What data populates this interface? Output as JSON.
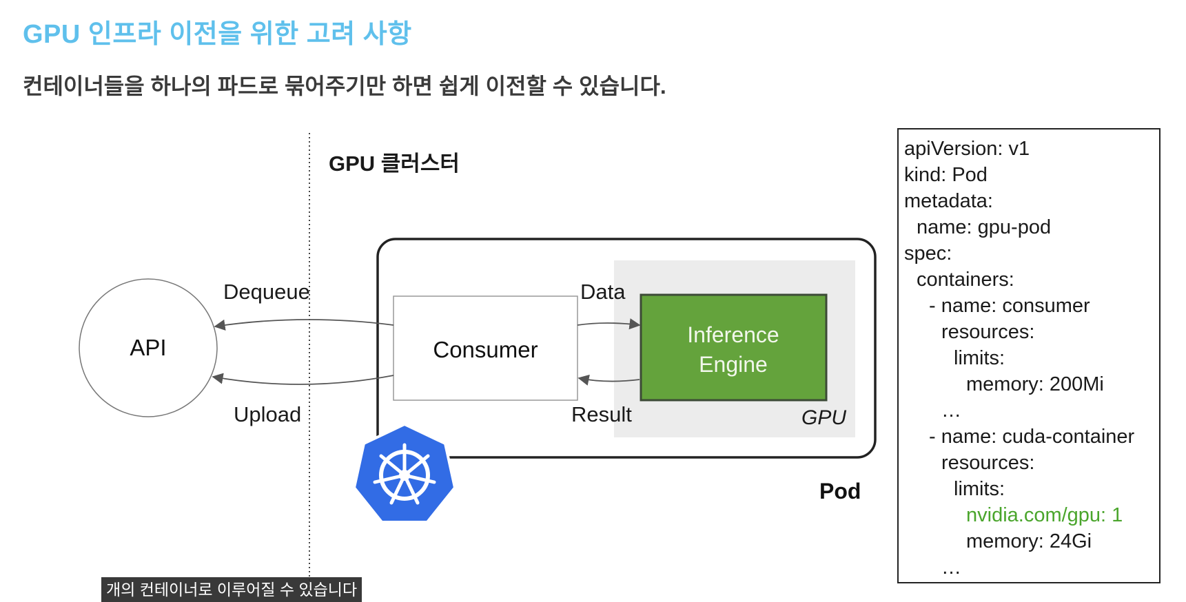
{
  "slide": {
    "title": "GPU 인프라 이전을 위한 고려 사항",
    "subtitle": "컨테이너들을 하나의 파드로 묶어주기만 하면 쉽게 이전할 수 있습니다."
  },
  "diagram": {
    "cluster_label": "GPU 클러스터",
    "api_label": "API",
    "consumer_label": "Consumer",
    "engine_label_line1": "Inference",
    "engine_label_line2": "Engine",
    "gpu_tag": "GPU",
    "pod_label": "Pod",
    "arrows": {
      "dequeue": "Dequeue",
      "upload": "Upload",
      "data": "Data",
      "result": "Result"
    },
    "colors": {
      "engine_fill": "#64a33c",
      "engine_border": "#3c4a36",
      "gpu_region": "#ececec",
      "kubernetes_blue": "#326ce5",
      "title_blue": "#5fc0ec",
      "yaml_highlight": "#4aa52c"
    },
    "logo_icon": "kubernetes-helm-wheel-icon"
  },
  "yaml": {
    "lines": [
      "apiVersion: v1",
      "kind: Pod",
      "metadata:",
      "name: gpu-pod",
      "spec:",
      "containers:",
      "- name: consumer",
      "resources:",
      "limits:",
      "memory: 200Mi",
      "…",
      "- name: cuda-container",
      "resources:",
      "limits:",
      "nvidia.com/gpu: 1",
      "memory: 24Gi",
      "…"
    ]
  },
  "caption": {
    "text": "개의 컨테이너로 이루어질 수 있습니다"
  }
}
